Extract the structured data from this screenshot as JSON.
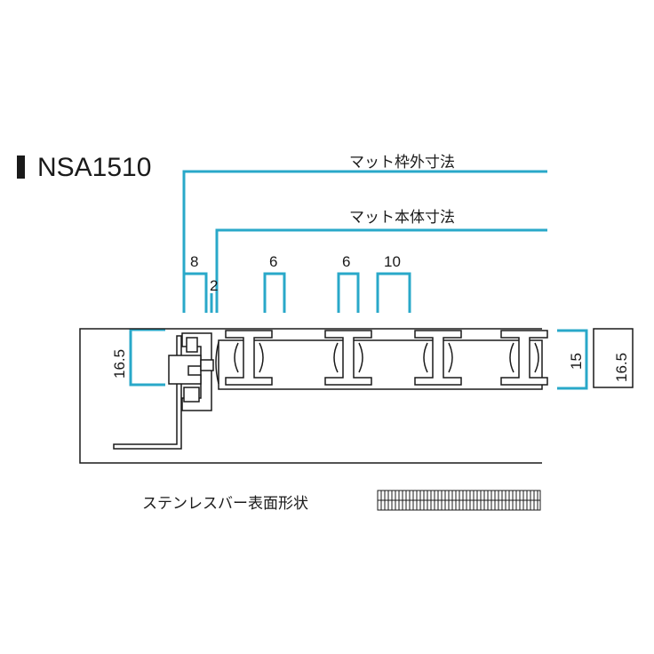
{
  "title": "NSA1510",
  "labels": {
    "frame_outer": "マット枠外寸法",
    "body": "マット本体寸法"
  },
  "dimensions": {
    "d8": "8",
    "d2": "2",
    "d6a": "6",
    "d6b": "6",
    "d10": "10",
    "left_height": "16.5",
    "right_inner": "15",
    "right_outer": "16.5"
  },
  "caption": "ステンレスバー表面形状",
  "colors": {
    "accent": "#29a8c9",
    "line": "#1a1a1a"
  }
}
